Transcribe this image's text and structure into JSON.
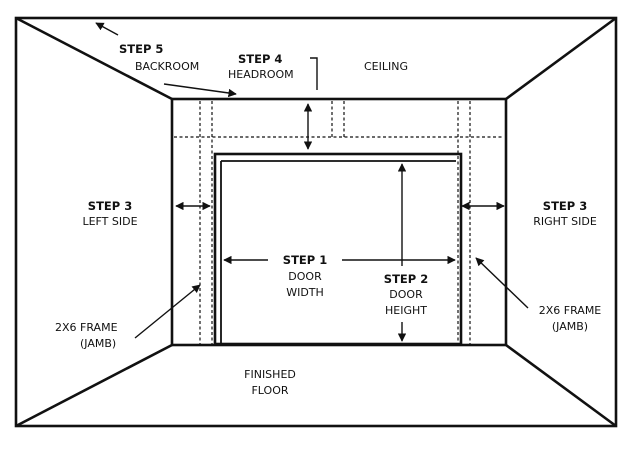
{
  "labels": {
    "step5": {
      "step": "STEP 5",
      "text": "BACKROOM"
    },
    "step4": {
      "step": "STEP 4",
      "text": "HEADROOM"
    },
    "ceiling": "CEILING",
    "step3_left": {
      "step": "STEP 3",
      "text": "LEFT SIDE"
    },
    "step3_right": {
      "step": "STEP 3",
      "text": "RIGHT SIDE"
    },
    "step1": {
      "step": "STEP 1",
      "line1": "DOOR",
      "line2": "WIDTH"
    },
    "step2": {
      "step": "STEP 2",
      "line1": "DOOR",
      "line2": "HEIGHT"
    },
    "frame_left": {
      "line1": "2X6 FRAME",
      "line2": "(JAMB)"
    },
    "frame_right": {
      "line1": "2X6 FRAME",
      "line2": "(JAMB)"
    },
    "floor": {
      "line1": "FINISHED",
      "line2": "FLOOR"
    }
  },
  "colors": {
    "ink": "#111111",
    "background": "#ffffff"
  }
}
